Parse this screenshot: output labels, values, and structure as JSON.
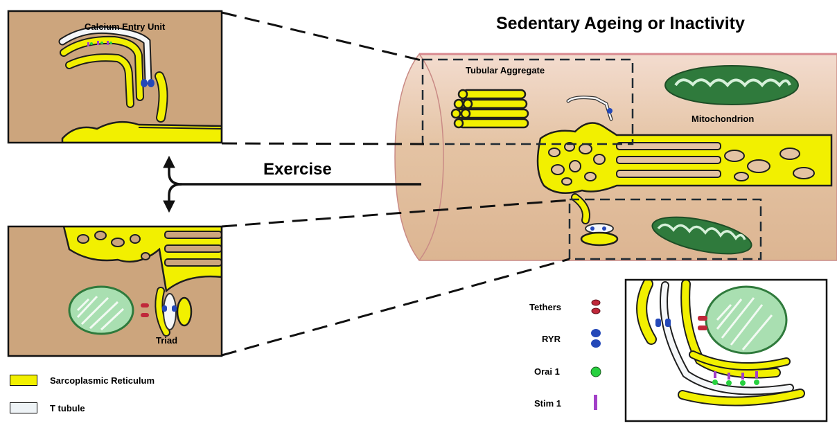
{
  "title": "Sedentary Ageing or Inactivity",
  "arrow_label": "Exercise",
  "panels": {
    "top_left": {
      "label": "Calcium Entry Unit"
    },
    "bottom_left": {
      "label": "Triad"
    }
  },
  "fiber_labels": {
    "tubular_aggregate": "Tubular Aggregate",
    "mitochondrion": "Mitochondrion"
  },
  "colors": {
    "sarcoplasmic_reticulum": "#f2f000",
    "t_tubule": "#eef3f6",
    "fiber": "#e6c8ad",
    "panel_bg": "#cca57d",
    "mitochondrion_dark": "#2f7a3c",
    "mitochondrion_light": "#a9dfb1",
    "tethers": "#c0283a",
    "ryr": "#2448b8",
    "orai1": "#27d13f",
    "stim1": "#a240c8"
  },
  "legend": {
    "sr": "Sarcoplasmic Reticulum",
    "tt": "T tubule"
  },
  "key": {
    "tethers": "Tethers",
    "ryr": "RYR",
    "orai1": "Orai 1",
    "stim1": "Stim 1"
  }
}
